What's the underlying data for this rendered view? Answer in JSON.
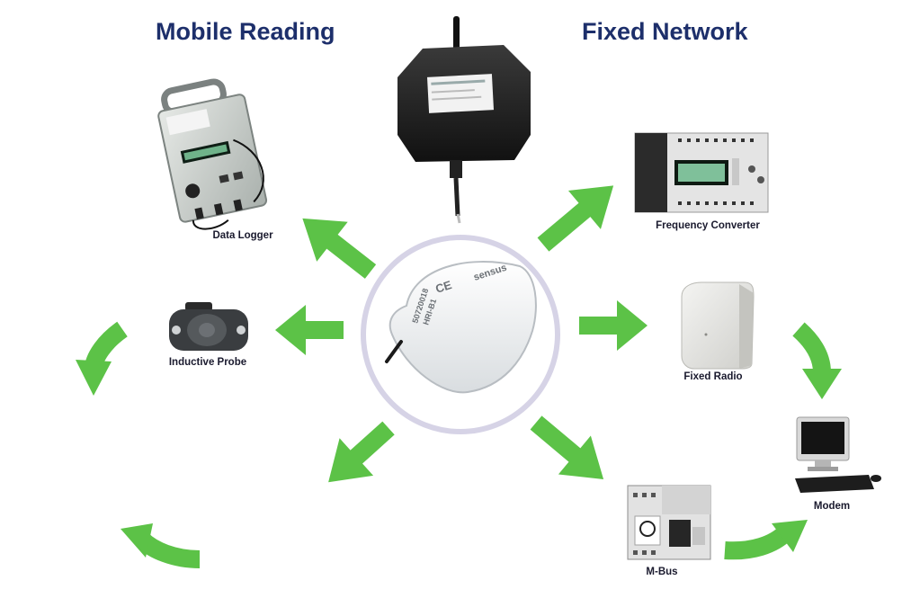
{
  "headings": {
    "mobile": "Mobile Reading",
    "fixed": "Fixed Network"
  },
  "devices": {
    "data_logger": "Data Logger",
    "inductive_probe": "Inductive Probe",
    "frequency_converter": "Frequency Converter",
    "fixed_radio": "Fixed Radio",
    "m_bus": "M-Bus",
    "modem": "Modem"
  },
  "center_device": {
    "brand": "sensus",
    "serial": "50720018",
    "model": "HRI-B1",
    "mark": "CE"
  },
  "colors": {
    "arrow": "#5cc247",
    "heading": "#1d2f6b",
    "ring": "#d6d3e6"
  }
}
